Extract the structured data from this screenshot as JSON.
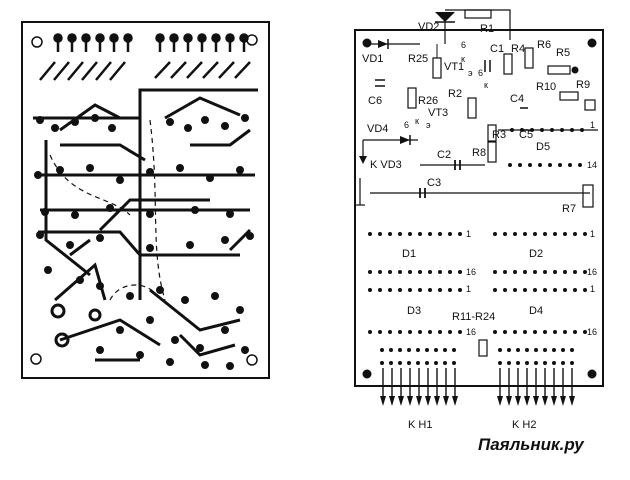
{
  "labels": {
    "VD2": "VD2",
    "R1": "R1",
    "C1": "C1",
    "R4": "R4",
    "R6": "R6",
    "R5": "R5",
    "VD1": "VD1",
    "R25": "R25",
    "VT1": "VT1",
    "R9": "R9",
    "R10": "R10",
    "R2": "R2",
    "C4": "C4",
    "C6": "C6",
    "R26": "R26",
    "VT3": "VT3",
    "R3": "R3",
    "C5": "C5",
    "VD4": "VD4",
    "D5": "D5",
    "R8": "R8",
    "C2": "C2",
    "KVD3": "K VD3",
    "C3": "C3",
    "R7": "R7",
    "D1": "D1",
    "D2": "D2",
    "D3": "D3",
    "D4": "D4",
    "R11R24": "R11-R24",
    "KH1": "K H1",
    "KH2": "K H2"
  },
  "pins": {
    "p6a": "6",
    "pKa": "к",
    "p6b": "6",
    "pEa": "э",
    "pKb": "к",
    "p6c": "6",
    "pKc": "к",
    "pEb": "э",
    "p1_d5": "1",
    "p14": "14",
    "p1_d1": "1",
    "p1_d2": "1",
    "p16_d1": "16",
    "p16_d2": "16",
    "p1_d3": "1",
    "p1_d4": "1",
    "p16_d3": "16",
    "p16_d4": "16"
  },
  "watermark": "Паяльник.ру"
}
